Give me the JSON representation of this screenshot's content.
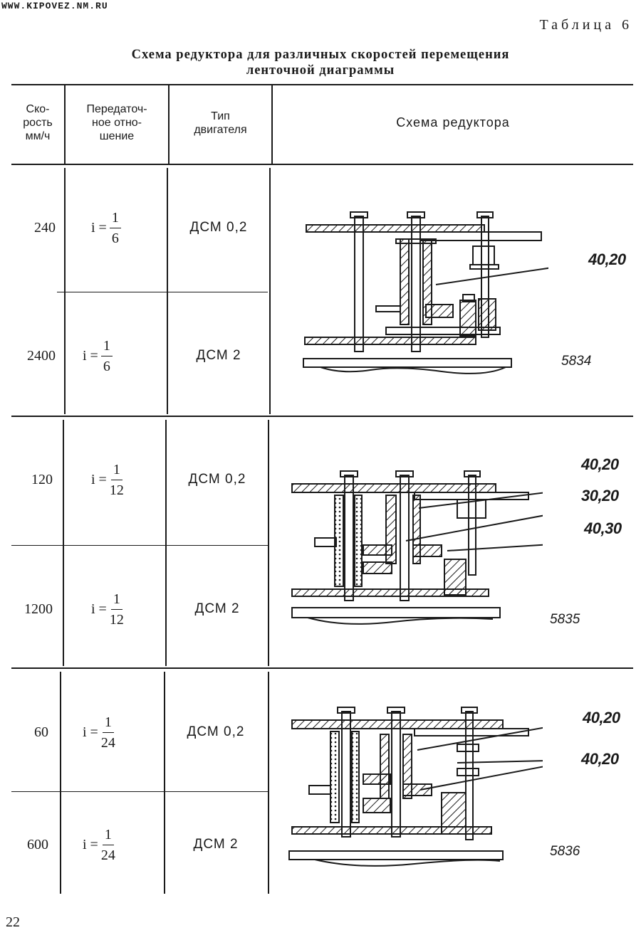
{
  "site_url": "WWW.KIPOVEZ.NM.RU",
  "table_number": "Таблица 6",
  "title_line1": "Схема редуктора для различных скоростей перемещения",
  "title_line2": "ленточной диаграммы",
  "headers": {
    "speed": [
      "Ско-",
      "рость",
      "мм/ч"
    ],
    "ratio": [
      "Передаточ-",
      "ное отно-",
      "шение"
    ],
    "motor": [
      "Тип",
      "двигателя"
    ],
    "scheme": "Схема редуктора"
  },
  "rows": [
    {
      "speed": "240",
      "ratio_prefix": "i =",
      "num": "1",
      "den": "6",
      "motor": "ДСМ 0,2"
    },
    {
      "speed": "2400",
      "ratio_prefix": "i =",
      "num": "1",
      "den": "6",
      "motor": "ДСМ 2"
    },
    {
      "speed": "120",
      "ratio_prefix": "i =",
      "num": "1",
      "den": "12",
      "motor": "ДСМ 0,2"
    },
    {
      "speed": "1200",
      "ratio_prefix": "i =",
      "num": "1",
      "den": "12",
      "motor": "ДСМ 2"
    },
    {
      "speed": "60",
      "ratio_prefix": "i =",
      "num": "1",
      "den": "24",
      "motor": "ДСМ 0,2"
    },
    {
      "speed": "600",
      "ratio_prefix": "i =",
      "num": "1",
      "den": "24",
      "motor": "ДСМ 2"
    }
  ],
  "diagrams": [
    {
      "labels": [
        "40,20"
      ],
      "figure": "5834"
    },
    {
      "labels": [
        "40,20",
        "30,20",
        "40,30"
      ],
      "figure": "5835"
    },
    {
      "labels": [
        "40,20",
        "40,20"
      ],
      "figure": "5836"
    }
  ],
  "page_number": "22"
}
